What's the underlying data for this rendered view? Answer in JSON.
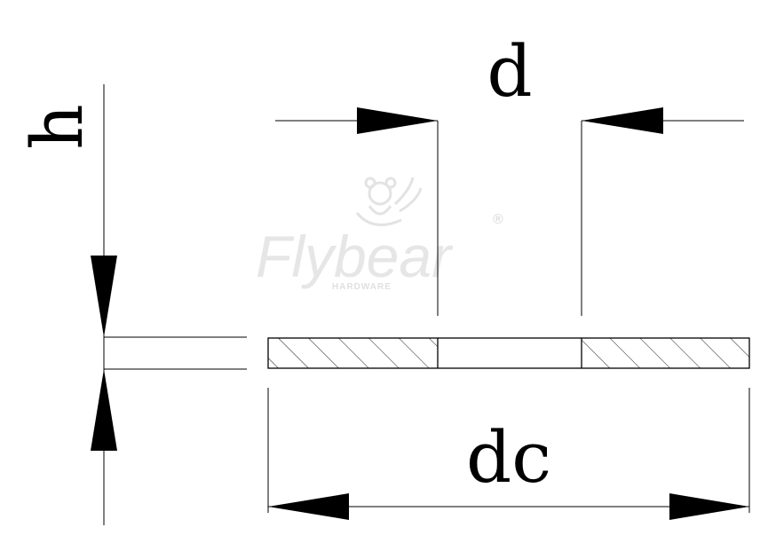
{
  "labels": {
    "d": "d",
    "h": "h",
    "dc": "dc"
  },
  "watermark": {
    "brand": "Flybear",
    "sub": "HARDWARE",
    "mark": "®",
    "icon": "bear-logo-icon"
  },
  "colors": {
    "line": "#000000",
    "watermark": "#e6e6e6"
  }
}
